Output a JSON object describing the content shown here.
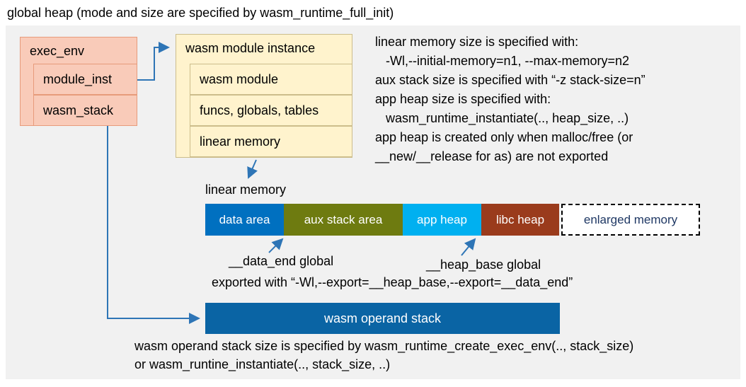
{
  "title": "global heap (mode and size are specified by wasm_runtime_full_init)",
  "exec_env": {
    "header": "exec_env",
    "rows": [
      "module_inst",
      "wasm_stack"
    ]
  },
  "module_instance": {
    "header": "wasm module instance",
    "rows": [
      "wasm module",
      "funcs, globals, tables",
      "linear memory"
    ]
  },
  "notes": {
    "lines": [
      "linear memory size is specified with:",
      "   -Wl,--initial-memory=n1, --max-memory=n2",
      "aux stack size is specified with “-z stack-size=n”",
      "app heap size is specified with:",
      "   wasm_runtime_instantiate(.., heap_size, ..)",
      "app heap is created only when malloc/free (or",
      "__new/__release for as) are not exported"
    ]
  },
  "linear_memory": {
    "label": "linear memory",
    "segments": [
      {
        "label": "data area",
        "color": "#0070c0",
        "text_color": "#ffffff"
      },
      {
        "label": "aux stack area",
        "color": "#6e7b10",
        "text_color": "#ffffff"
      },
      {
        "label": "app heap",
        "color": "#00b0f0",
        "text_color": "#ffffff"
      },
      {
        "label": "libc heap",
        "color": "#9a3b1c",
        "text_color": "#ffffff"
      },
      {
        "label": "enlarged memory",
        "color": "#ffffff",
        "text_color": "#1f3864",
        "dashed": true
      }
    ]
  },
  "annotations": {
    "data_end": "__data_end global",
    "heap_base": "__heap_base global",
    "exported": "exported with “-Wl,--export=__heap_base,--export=__data_end”"
  },
  "operand_stack": {
    "label": "wasm operand stack"
  },
  "footer": {
    "lines": [
      "wasm operand stack size is specified by wasm_runtime_create_exec_env(.., stack_size)",
      "or wasm_runtine_instantiate(.., stack_size, ..)"
    ]
  },
  "colors": {
    "operand_stack_bg": "#0a64a4",
    "arrow": "#2e75b6",
    "exec_env_fill": "#f9cbb9",
    "module_instance_fill": "#fff3cd",
    "background_panel": "#f1f1f1"
  }
}
